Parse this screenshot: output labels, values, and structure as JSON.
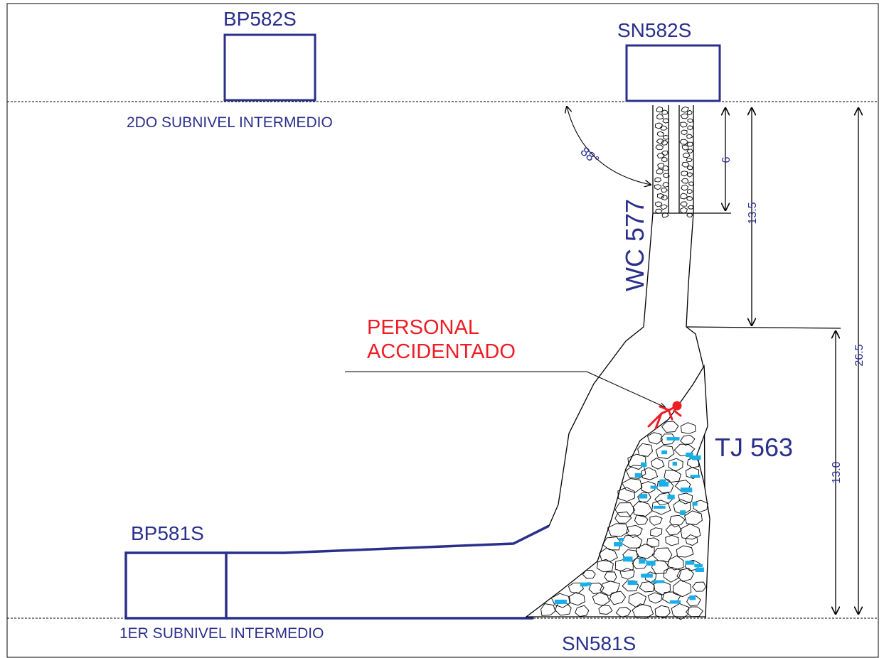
{
  "labels": {
    "bp582s": "BP582S",
    "sn582s": "SN582S",
    "upper_level": "2DO SUBNIVEL INTERMEDIO",
    "lower_level": "1ER SUBNIVEL INTERMEDIO",
    "bp581s": "BP581S",
    "sn581s": "SN581S",
    "wc577": "WC 577",
    "tj563": "TJ 563",
    "accident_line1": "PERSONAL",
    "accident_line2": "ACCIDENTADO",
    "angle": "88°",
    "dim_6": "6",
    "dim_13_5": "13.5",
    "dim_13_0": "13.0",
    "dim_26_5": "26.5"
  },
  "colors": {
    "structure": "#2a2f8c",
    "label": "#2a2f8c",
    "accident": "#ee1c25",
    "ore_mark": "#18aee8",
    "line": "#000000"
  }
}
